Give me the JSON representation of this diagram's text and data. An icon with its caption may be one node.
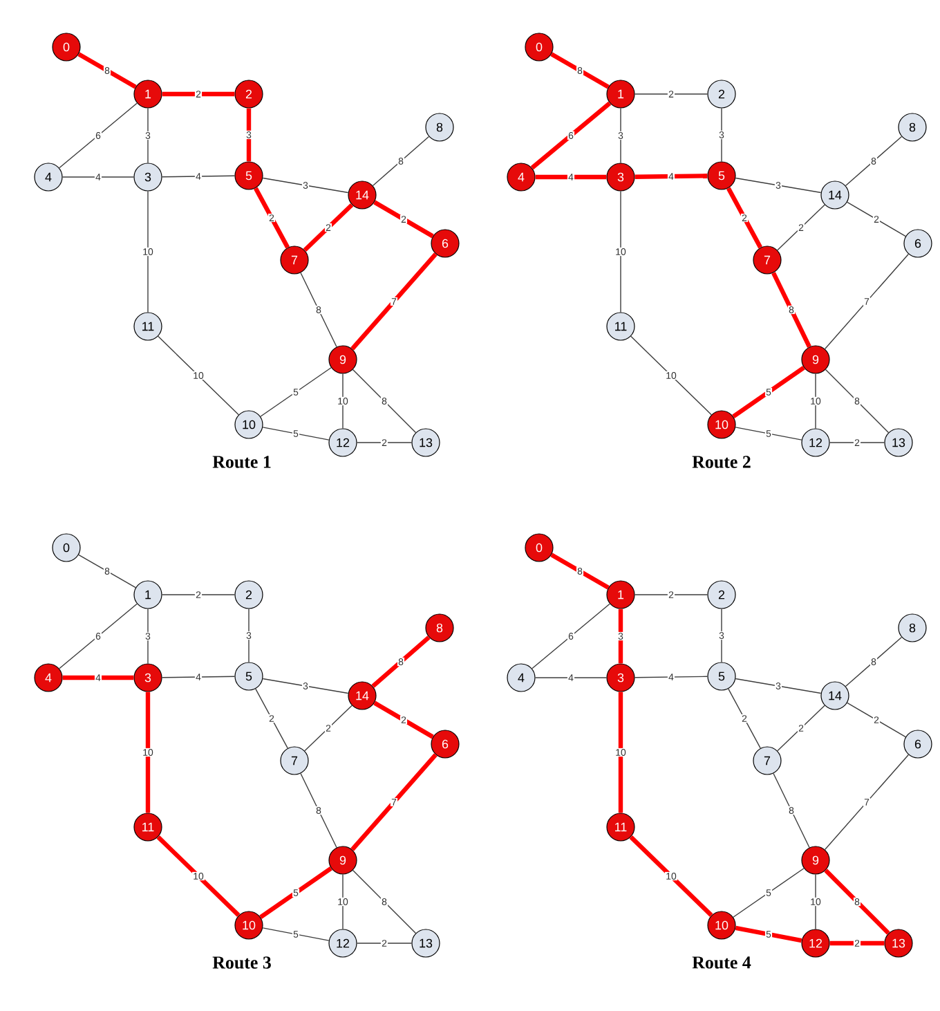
{
  "diagram": {
    "nodes": [
      {
        "text": [
          "0"
        ]
      },
      {
        "text": [
          "1"
        ]
      },
      {
        "text": [
          "2"
        ]
      },
      {
        "text": [
          "3"
        ]
      },
      {
        "text": [
          "4"
        ]
      },
      {
        "text": [
          "5"
        ]
      },
      {
        "text": [
          "6"
        ]
      },
      {
        "text": [
          "7"
        ]
      },
      {
        "text": [
          "8"
        ]
      },
      {
        "text": [
          "9"
        ]
      },
      {
        "text": [
          "10"
        ]
      },
      {
        "text": [
          "11"
        ]
      },
      {
        "text": [
          "12"
        ]
      },
      {
        "text": [
          "13"
        ]
      },
      {
        "text": [
          "14"
        ]
      },
      {
        "text": [
          "0"
        ]
      },
      {
        "text": [
          "1"
        ]
      },
      {
        "text": [
          "2"
        ]
      },
      {
        "text": [
          "3"
        ]
      },
      {
        "text": [
          "4"
        ]
      },
      {
        "text": [
          "5"
        ]
      },
      {
        "text": [
          "6"
        ]
      },
      {
        "text": [
          "7"
        ]
      },
      {
        "text": [
          "8"
        ]
      },
      {
        "text": [
          "9"
        ]
      },
      {
        "text": [
          "10"
        ]
      },
      {
        "text": [
          "11"
        ]
      },
      {
        "text": [
          "12"
        ]
      },
      {
        "text": [
          "13"
        ]
      },
      {
        "text": [
          "14"
        ]
      },
      {
        "text": [
          "0"
        ]
      },
      {
        "text": [
          "1"
        ]
      },
      {
        "text": [
          "2"
        ]
      },
      {
        "text": [
          "3"
        ]
      },
      {
        "text": [
          "4"
        ]
      },
      {
        "text": [
          "5"
        ]
      },
      {
        "text": [
          "6"
        ]
      },
      {
        "text": [
          "7"
        ]
      },
      {
        "text": [
          "8"
        ]
      },
      {
        "text": [
          "9"
        ]
      },
      {
        "text": [
          "10"
        ]
      },
      {
        "text": [
          "11"
        ]
      },
      {
        "text": [
          "12"
        ]
      },
      {
        "text": [
          "13"
        ]
      },
      {
        "text": [
          "14"
        ]
      },
      {
        "text": [
          "0"
        ]
      },
      {
        "text": [
          "1"
        ]
      },
      {
        "text": [
          "2"
        ]
      },
      {
        "text": [
          "3"
        ]
      },
      {
        "text": [
          "4"
        ]
      },
      {
        "text": [
          "5"
        ]
      },
      {
        "text": [
          "6"
        ]
      },
      {
        "text": [
          "7"
        ]
      },
      {
        "text": [
          "8"
        ]
      },
      {
        "text": [
          "9"
        ]
      },
      {
        "text": [
          "10"
        ]
      },
      {
        "text": [
          "11"
        ]
      },
      {
        "text": [
          "12"
        ]
      },
      {
        "text": [
          "13"
        ]
      },
      {
        "text": [
          "14"
        ]
      }
    ],
    "edges": [
      {
        "from": 0,
        "to": 1,
        "arrow": "none",
        "label": "8",
        "style": "thick",
        "color": "#ff0000"
      },
      {
        "from": 1,
        "to": 2,
        "arrow": "none",
        "label": "2",
        "style": "thick",
        "color": "#ff0000"
      },
      {
        "from": 1,
        "to": 4,
        "arrow": "none",
        "label": "6"
      },
      {
        "from": 1,
        "to": 3,
        "arrow": "none",
        "label": "3"
      },
      {
        "from": 4,
        "to": 3,
        "arrow": "none",
        "label": "4"
      },
      {
        "from": 3,
        "to": 5,
        "arrow": "none",
        "label": "4"
      },
      {
        "from": 2,
        "to": 5,
        "arrow": "none",
        "label": "3",
        "style": "thick",
        "color": "#ff0000"
      },
      {
        "from": 5,
        "to": 14,
        "arrow": "none",
        "label": "3"
      },
      {
        "from": 14,
        "to": 8,
        "arrow": "none",
        "label": "8"
      },
      {
        "from": 5,
        "to": 7,
        "arrow": "none",
        "label": "2",
        "style": "thick",
        "color": "#ff0000"
      },
      {
        "from": 7,
        "to": 14,
        "arrow": "none",
        "label": "2",
        "style": "thick",
        "color": "#ff0000"
      },
      {
        "from": 14,
        "to": 6,
        "arrow": "none",
        "label": "2",
        "style": "thick",
        "color": "#ff0000"
      },
      {
        "from": 3,
        "to": 11,
        "arrow": "none",
        "label": "10"
      },
      {
        "from": 7,
        "to": 9,
        "arrow": "none",
        "label": "8"
      },
      {
        "from": 6,
        "to": 9,
        "arrow": "none",
        "label": "7",
        "style": "thick",
        "color": "#ff0000"
      },
      {
        "from": 11,
        "to": 10,
        "arrow": "none",
        "label": "10"
      },
      {
        "from": 9,
        "to": 10,
        "arrow": "none",
        "label": "5"
      },
      {
        "from": 9,
        "to": 12,
        "arrow": "none",
        "label": "10"
      },
      {
        "from": 9,
        "to": 13,
        "arrow": "none",
        "label": "8"
      },
      {
        "from": 10,
        "to": 12,
        "arrow": "none",
        "label": "5"
      },
      {
        "from": 12,
        "to": 13,
        "arrow": "none",
        "label": "2"
      },
      {
        "from": 15,
        "to": 16,
        "arrow": "none",
        "label": "8",
        "style": "thick",
        "color": "#ff0000"
      },
      {
        "from": 16,
        "to": 17,
        "arrow": "none",
        "label": "2"
      },
      {
        "from": 16,
        "to": 19,
        "arrow": "none",
        "label": "6",
        "style": "thick",
        "color": "#ff0000"
      },
      {
        "from": 16,
        "to": 18,
        "arrow": "none",
        "label": "3"
      },
      {
        "from": 19,
        "to": 18,
        "arrow": "none",
        "label": "4",
        "style": "thick",
        "color": "#ff0000"
      },
      {
        "from": 18,
        "to": 20,
        "arrow": "none",
        "label": "4",
        "style": "thick",
        "color": "#ff0000"
      },
      {
        "from": 17,
        "to": 20,
        "arrow": "none",
        "label": "3"
      },
      {
        "from": 20,
        "to": 29,
        "arrow": "none",
        "label": "3"
      },
      {
        "from": 29,
        "to": 23,
        "arrow": "none",
        "label": "8"
      },
      {
        "from": 20,
        "to": 22,
        "arrow": "none",
        "label": "2",
        "style": "thick",
        "color": "#ff0000"
      },
      {
        "from": 22,
        "to": 29,
        "arrow": "none",
        "label": "2"
      },
      {
        "from": 29,
        "to": 21,
        "arrow": "none",
        "label": "2"
      },
      {
        "from": 18,
        "to": 26,
        "arrow": "none",
        "label": "10"
      },
      {
        "from": 22,
        "to": 24,
        "arrow": "none",
        "label": "8",
        "style": "thick",
        "color": "#ff0000"
      },
      {
        "from": 21,
        "to": 24,
        "arrow": "none",
        "label": "7"
      },
      {
        "from": 26,
        "to": 25,
        "arrow": "none",
        "label": "10"
      },
      {
        "from": 24,
        "to": 25,
        "arrow": "none",
        "label": "5",
        "style": "thick",
        "color": "#ff0000"
      },
      {
        "from": 24,
        "to": 27,
        "arrow": "none",
        "label": "10"
      },
      {
        "from": 24,
        "to": 28,
        "arrow": "none",
        "label": "8"
      },
      {
        "from": 25,
        "to": 27,
        "arrow": "none",
        "label": "5"
      },
      {
        "from": 27,
        "to": 28,
        "arrow": "none",
        "label": "2"
      },
      {
        "from": 30,
        "to": 31,
        "arrow": "none",
        "label": "8"
      },
      {
        "from": 31,
        "to": 32,
        "arrow": "none",
        "label": "2"
      },
      {
        "from": 31,
        "to": 34,
        "arrow": "none",
        "label": "6"
      },
      {
        "from": 31,
        "to": 33,
        "arrow": "none",
        "label": "3"
      },
      {
        "from": 34,
        "to": 33,
        "arrow": "none",
        "label": "4",
        "style": "thick",
        "color": "#ff0000"
      },
      {
        "from": 33,
        "to": 35,
        "arrow": "none",
        "label": "4"
      },
      {
        "from": 32,
        "to": 35,
        "arrow": "none",
        "label": "3"
      },
      {
        "from": 35,
        "to": 44,
        "arrow": "none",
        "label": "3"
      },
      {
        "from": 44,
        "to": 38,
        "arrow": "none",
        "label": "8",
        "style": "thick",
        "color": "#ff0000"
      },
      {
        "from": 35,
        "to": 37,
        "arrow": "none",
        "label": "2"
      },
      {
        "from": 37,
        "to": 44,
        "arrow": "none",
        "label": "2"
      },
      {
        "from": 44,
        "to": 36,
        "arrow": "none",
        "label": "2",
        "style": "thick",
        "color": "#ff0000"
      },
      {
        "from": 33,
        "to": 41,
        "arrow": "none",
        "label": "10",
        "style": "thick",
        "color": "#ff0000"
      },
      {
        "from": 37,
        "to": 39,
        "arrow": "none",
        "label": "8"
      },
      {
        "from": 36,
        "to": 39,
        "arrow": "none",
        "label": "7",
        "style": "thick",
        "color": "#ff0000"
      },
      {
        "from": 41,
        "to": 40,
        "arrow": "none",
        "label": "10",
        "style": "thick",
        "color": "#ff0000"
      },
      {
        "from": 39,
        "to": 40,
        "arrow": "none",
        "label": "5",
        "style": "thick",
        "color": "#ff0000"
      },
      {
        "from": 39,
        "to": 42,
        "arrow": "none",
        "label": "10"
      },
      {
        "from": 39,
        "to": 43,
        "arrow": "none",
        "label": "8"
      },
      {
        "from": 40,
        "to": 42,
        "arrow": "none",
        "label": "5"
      },
      {
        "from": 42,
        "to": 43,
        "arrow": "none",
        "label": "2"
      },
      {
        "from": 45,
        "to": 46,
        "arrow": "none",
        "label": "8",
        "style": "thick",
        "color": "#ff0000"
      },
      {
        "from": 46,
        "to": 47,
        "arrow": "none",
        "label": "2"
      },
      {
        "from": 46,
        "to": 49,
        "arrow": "none",
        "label": "6"
      },
      {
        "from": 46,
        "to": 48,
        "arrow": "none",
        "label": "3",
        "style": "thick",
        "color": "#ff0000"
      },
      {
        "from": 49,
        "to": 48,
        "arrow": "none",
        "label": "4"
      },
      {
        "from": 48,
        "to": 50,
        "arrow": "none",
        "label": "4"
      },
      {
        "from": 47,
        "to": 50,
        "arrow": "none",
        "label": "3"
      },
      {
        "from": 50,
        "to": 59,
        "arrow": "none",
        "label": "3"
      },
      {
        "from": 59,
        "to": 53,
        "arrow": "none",
        "label": "8"
      },
      {
        "from": 50,
        "to": 52,
        "arrow": "none",
        "label": "2"
      },
      {
        "from": 52,
        "to": 59,
        "arrow": "none",
        "label": "2"
      },
      {
        "from": 59,
        "to": 51,
        "arrow": "none",
        "label": "2"
      },
      {
        "from": 48,
        "to": 56,
        "arrow": "none",
        "label": "10",
        "style": "thick",
        "color": "#ff0000"
      },
      {
        "from": 52,
        "to": 54,
        "arrow": "none",
        "label": "8"
      },
      {
        "from": 51,
        "to": 54,
        "arrow": "none",
        "label": "7"
      },
      {
        "from": 56,
        "to": 55,
        "arrow": "none",
        "label": "10",
        "style": "thick",
        "color": "#ff0000"
      },
      {
        "from": 54,
        "to": 55,
        "arrow": "none",
        "label": "5"
      },
      {
        "from": 54,
        "to": 57,
        "arrow": "none",
        "label": "10"
      },
      {
        "from": 54,
        "to": 58,
        "arrow": "none",
        "label": "8",
        "style": "thick",
        "color": "#ff0000"
      },
      {
        "from": 55,
        "to": 57,
        "arrow": "none",
        "label": "5",
        "style": "thick",
        "color": "#ff0000"
      },
      {
        "from": 57,
        "to": 58,
        "arrow": "none",
        "label": "2",
        "style": "thick",
        "color": "#ff0000"
      }
    ],
    "labels": [
      "Route 1",
      "Route 2",
      "Route 3",
      "Route 4"
    ]
  }
}
